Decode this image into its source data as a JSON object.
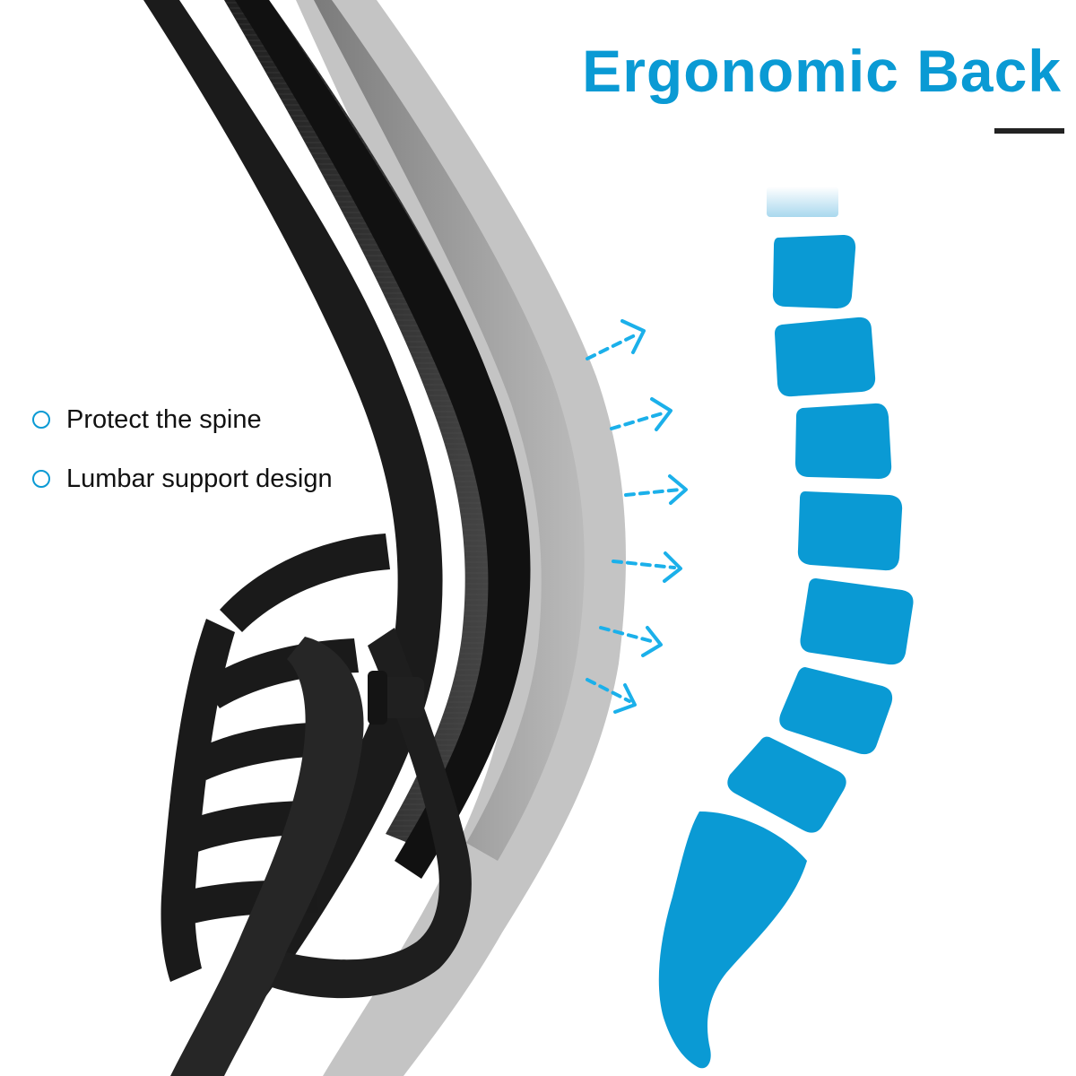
{
  "title": "Ergonomic Back",
  "features": [
    {
      "label": "Protect the spine",
      "bullet_icon": "circle-outline-icon"
    },
    {
      "label": "Lumbar support design",
      "bullet_icon": "circle-outline-icon"
    }
  ],
  "colors": {
    "accent": "#0a9ad4",
    "text": "#111111",
    "rule": "#222222",
    "frame": "#1c1c1c",
    "mesh_dark": "#2e2e2e",
    "mesh_light": "#8a8a8a",
    "frame_shadow": "#b0b0b0",
    "arrow": "#1bb0ea",
    "spine_top": "#cfe9f5"
  },
  "illustration": {
    "chair_icon": "chair-backrest-icon",
    "spine_icon": "spine-icon",
    "arrow_icon": "arrow-right-icon",
    "support_arrow_count": 6,
    "vertebra_count": 8
  }
}
